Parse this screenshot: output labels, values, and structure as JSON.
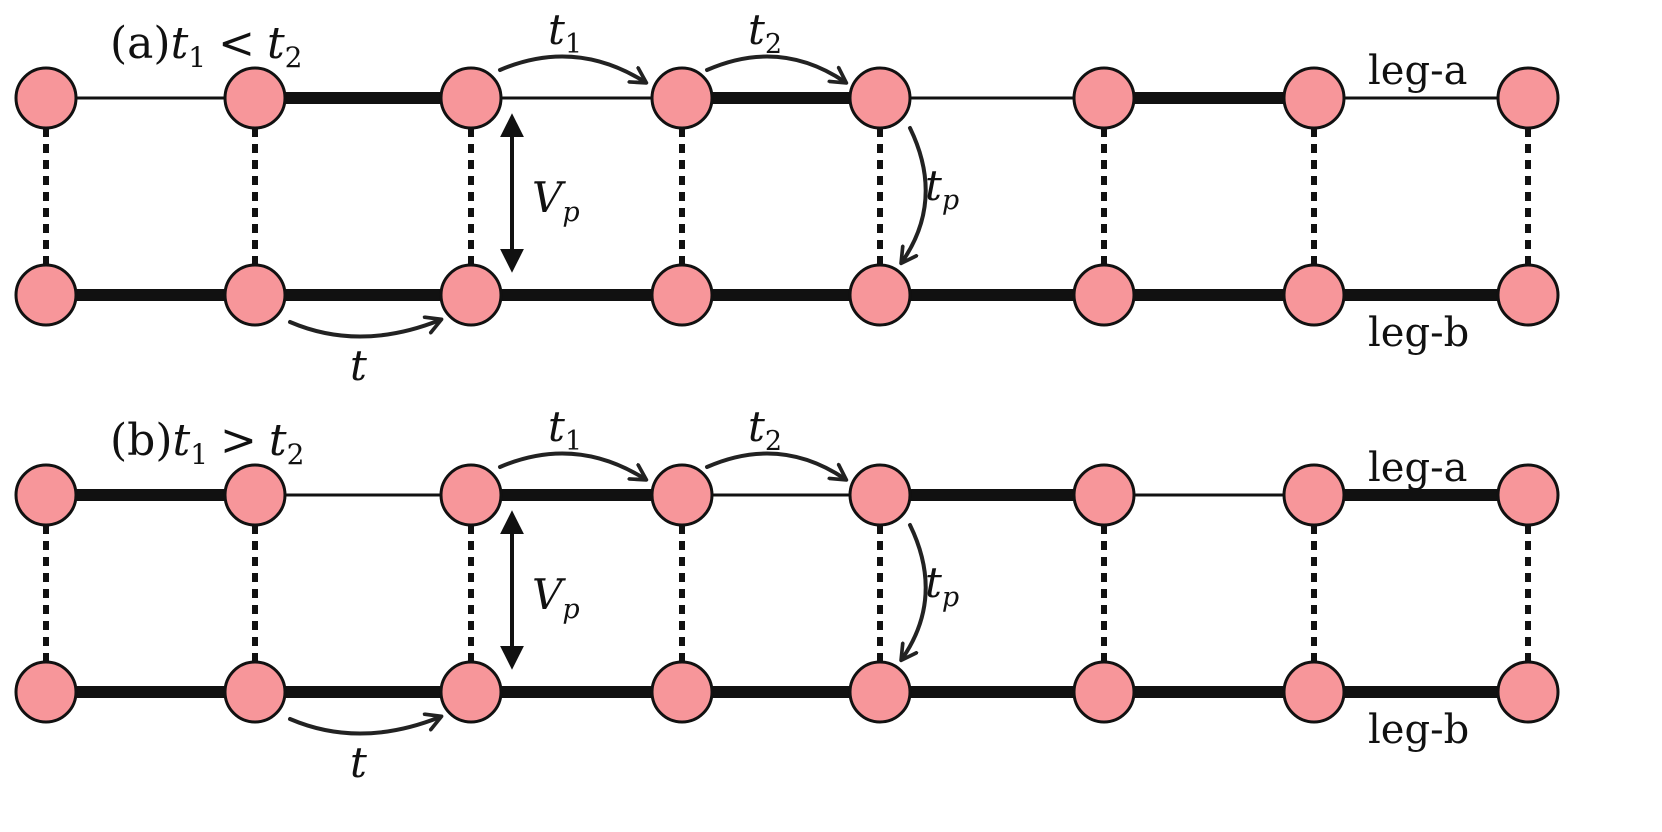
{
  "colors": {
    "site_fill": "#f7969a",
    "line": "#111111",
    "arrow": "#222222"
  },
  "panels": [
    {
      "id": "a",
      "prefix": "(a)",
      "relation": "<",
      "leg_a_strong": [
        false,
        true,
        false,
        true,
        false,
        true,
        false
      ],
      "leg_a_label": "leg-a",
      "leg_b_label": "leg-b"
    },
    {
      "id": "b",
      "prefix": "(b)",
      "relation": ">",
      "leg_a_strong": [
        true,
        false,
        true,
        false,
        true,
        false,
        true
      ],
      "leg_a_label": "leg-a",
      "leg_b_label": "leg-b"
    }
  ],
  "labels": {
    "t": "t",
    "t1": "t",
    "t1_sub": "1",
    "t2": "t",
    "t2_sub": "2",
    "tp": "t",
    "tp_sub": "p",
    "vp": "V",
    "vp_sub": "p"
  },
  "sites_per_leg": 8
}
